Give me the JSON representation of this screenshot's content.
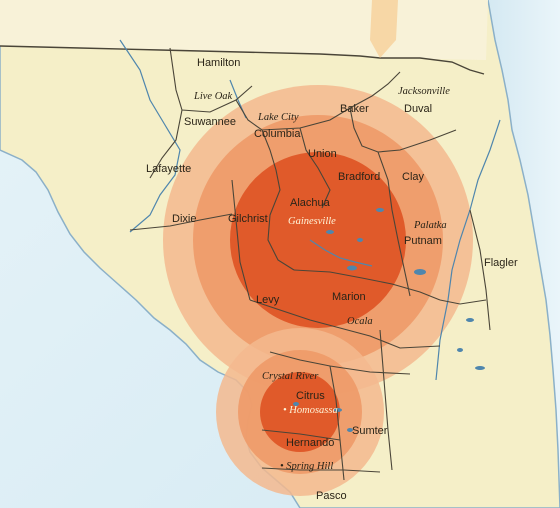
{
  "map": {
    "colors": {
      "gulf_water": "#dff0f6",
      "land": "#f5efc8",
      "georgia_land": "#f7f1d6",
      "county_line": "#4a4538",
      "river": "#4f86ad",
      "ring_outer": "#f3b98e",
      "ring_middle": "#ee9a68",
      "ring_core": "#e05a2a",
      "coast_shadow": "#7da7c2"
    },
    "counties": {
      "hamilton": "Hamilton",
      "suwannee": "Suwannee",
      "columbia": "Columbia",
      "baker": "Baker",
      "duval": "Duval",
      "lafayette": "Lafayette",
      "union": "Union",
      "bradford": "Bradford",
      "clay": "Clay",
      "dixie": "Dixie",
      "gilchrist": "Gilchrist",
      "alachua": "Alachua",
      "putnam": "Putnam",
      "flagler": "Flagler",
      "levy": "Levy",
      "marion": "Marion",
      "citrus": "Citrus",
      "sumter": "Sumter",
      "hernando": "Hernando",
      "pasco": "Pasco"
    },
    "cities": {
      "live_oak": "Live Oak",
      "lake_city": "Lake City",
      "jacksonville": "Jacksonville",
      "gainesville": "Gainesville",
      "palatka": "Palatka",
      "ocala": "Ocala",
      "crystal_river": "Crystal River",
      "homosassa": "• Homosassa",
      "spring_hill": "• Spring Hill"
    },
    "icons": {
      "rings": "coverage-rings",
      "water": "water-body"
    }
  }
}
